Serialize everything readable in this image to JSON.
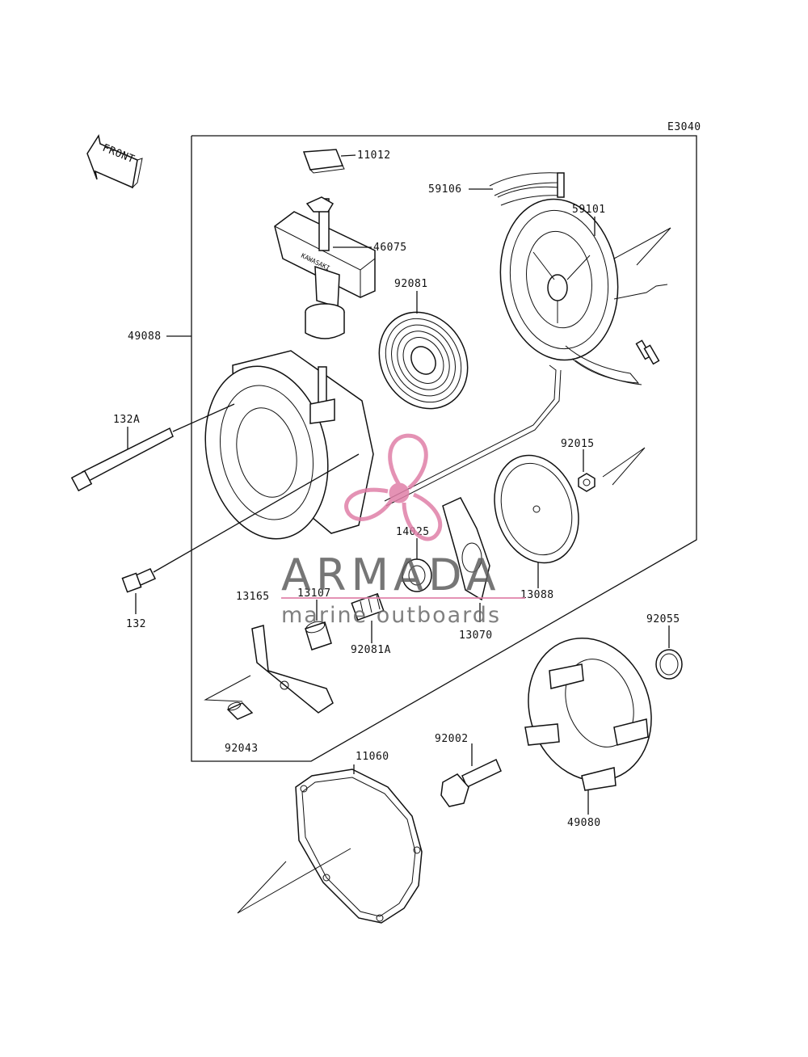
{
  "diagram": {
    "code": "E3040",
    "front_label": "FRONT",
    "part_labels": {
      "p11012": "11012",
      "p46075": "46075",
      "p59106": "59106",
      "p59101": "59101",
      "p92081": "92081",
      "p49088": "49088",
      "p132A": "132A",
      "p92015": "92015",
      "p14025": "14025",
      "p13165": "13165",
      "p13107": "13107",
      "p13088": "13088",
      "p132": "132",
      "p92081A": "92081A",
      "p13070": "13070",
      "p92055": "92055",
      "p92043": "92043",
      "p11060": "11060",
      "p92002": "92002",
      "p49080": "49080"
    }
  },
  "watermark": {
    "brand": "ARMADA",
    "tagline": "marine outboards",
    "accent_color": "#e07fa8",
    "text_color": "#5f5f5f"
  }
}
